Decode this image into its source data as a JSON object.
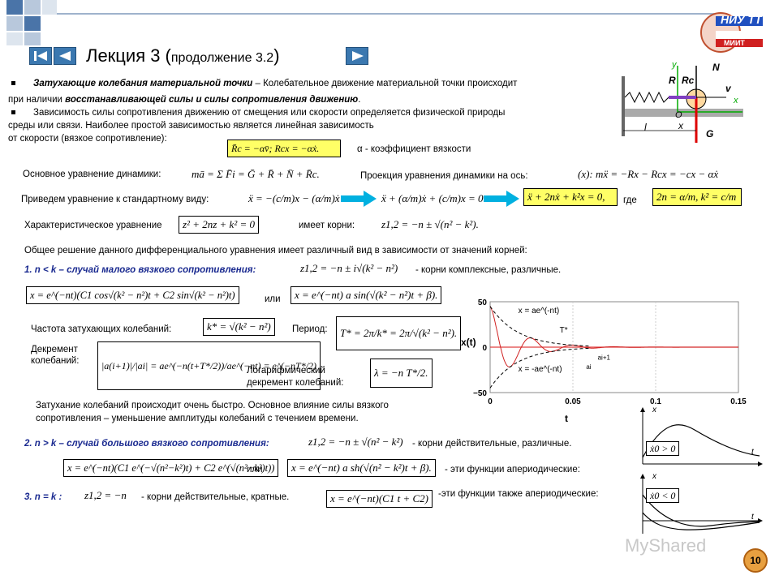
{
  "header": {
    "title": "Лекция 3 (",
    "title_small": "продолжение 3.2",
    "title_end": ")",
    "logo_text": "НИУ ТТ",
    "logo_sub": "МИИТ"
  },
  "intro": {
    "p1_em": "Затухающие колебания материальной точки",
    "p1_rest": " – Колебательное движение материальной точки происходит",
    "p1_line2a": "при наличии ",
    "p1_line2b": "восстанавливающей  силы и силы сопротивления  движению",
    "p1_line2c": ".",
    "p2_line1": "Зависимость силы сопротивления движению  от смещения или скорости определяется физической природы",
    "p2_line2": "среды или связи. Наиболее простой зависимостью является линейная зависимость",
    "p2_line3": "от скорости (вязкое сопротивление):",
    "visc_formula": "R̄c = −αv̄;  Rcx = −αẋ.",
    "visc_note": "α - коэффициент вязкости"
  },
  "dynamics": {
    "main_label": "Основное уравнение динамики:",
    "main_formula": "mā = Σ F̄i = Ḡ + R̄ + N̄ + R̄c.",
    "proj_label": "Проекция уравнения динамики на ось:",
    "proj_formula": "(x): mẍ = −Rx − Rcx = −cx − αẋ",
    "std_label": "Приведем уравнение к стандартному виду:",
    "std_formula1": "ẍ = −(c/m)x − (α/m)ẋ",
    "std_formula2": "ẍ + (α/m)ẋ + (c/m)x = 0",
    "std_formula3": "ẍ + 2nẋ + k²x = 0,",
    "where": "где",
    "where_formula": "2n = α/m, k² = c/m",
    "char_label": "Характеристическое уравнение",
    "char_formula": "z² + 2nz + k² = 0",
    "roots_label": "имеет корни:",
    "roots_formula": "z1,2 = −n ± √(n² − k²).",
    "general": "Общее решение данного дифференциального уравнения имеет различный вид в зависимости от значений корней:"
  },
  "case1": {
    "title": "1. n < k – случай малого вязкого сопротивления:",
    "roots": "z1,2 = −n ± i√(k² − n²)",
    "roots_note": "- корни комплексные, различные.",
    "sol1": "x = e^(−nt)(C1 cos√(k² − n²)t + C2 sin√(k² − n²)t)",
    "or": "или",
    "sol2": "x = e^(−nt) a sin(√(k² − n²)t + β).",
    "freq_label": "Частота затухающих колебаний:",
    "freq_formula": "k* = √(k² − n²)",
    "period_label": "Период:",
    "period_formula": "T* = 2π/k* = 2π/√(k² − n²).",
    "decr_label1": "Декремент",
    "decr_label2": "колебаний:",
    "decr_formula": "|a(i+1)|/|ai| = ae^(−n(t+T*/2))/ae^(−nt) = e^(−nT*/2)",
    "logdecr_label1": "Логарифмический",
    "logdecr_label2": "декремент колебаний:",
    "logdecr_formula": "λ = −n T*/2.",
    "summary1": "Затухание колебаний происходит очень быстро. Основное влияние силы вязкого",
    "summary2": "сопротивления – уменьшение  амплитуды колебаний с течением времени."
  },
  "case2": {
    "title": "2. n > k – случай большого вязкого сопротивления:",
    "roots": "z1,2 = −n ± √(n² − k²)",
    "roots_note": "- корни действительные, различные.",
    "sol1": "x = e^(−nt)(C1 e^(−√(n²−k²)t) + C2 e^(√(n²−k²)t))",
    "or": "или",
    "sol2": "x = e^(−nt) a sh(√(n² − k²)t + β).",
    "note": "- эти функции апериодические:"
  },
  "case3": {
    "title": "3. n = k :",
    "roots": "z1,2 = −n",
    "roots_note": "- корни действительные, кратные.",
    "sol": "x = e^(−nt)(C1 t + C2)",
    "note": "-эти функции также апериодические:"
  },
  "diagram": {
    "labels": [
      "y",
      "N",
      "R",
      "Rc",
      "v",
      "x",
      "O",
      "l",
      "x",
      "G"
    ]
  },
  "chart_data": {
    "type": "line",
    "title": "",
    "xlabel": "t",
    "ylabel": "x(t)",
    "xlim": [
      0,
      0.15
    ],
    "ylim": [
      -50,
      50
    ],
    "x_ticks": [
      "0",
      "0.05",
      "0.1",
      "0.15"
    ],
    "y_ticks": [
      "50",
      "0",
      "−50"
    ],
    "annotations": [
      "x = ae^(-nt)",
      "x = -ae^(-nt)",
      "T*",
      "ai+1",
      "ai"
    ],
    "series": [
      {
        "kind": "damped",
        "amplitude": 45,
        "n": 60,
        "omega": 250
      }
    ]
  },
  "aperiodic": {
    "top_ylabel": "x",
    "top_xlabel": "t",
    "top_cond": "ẋ0 > 0",
    "bot_ylabel": "x",
    "bot_xlabel": "t",
    "bot_cond": "ẋ0 < 0"
  },
  "footer": {
    "watermark": "MyShared",
    "page_number": "10"
  }
}
